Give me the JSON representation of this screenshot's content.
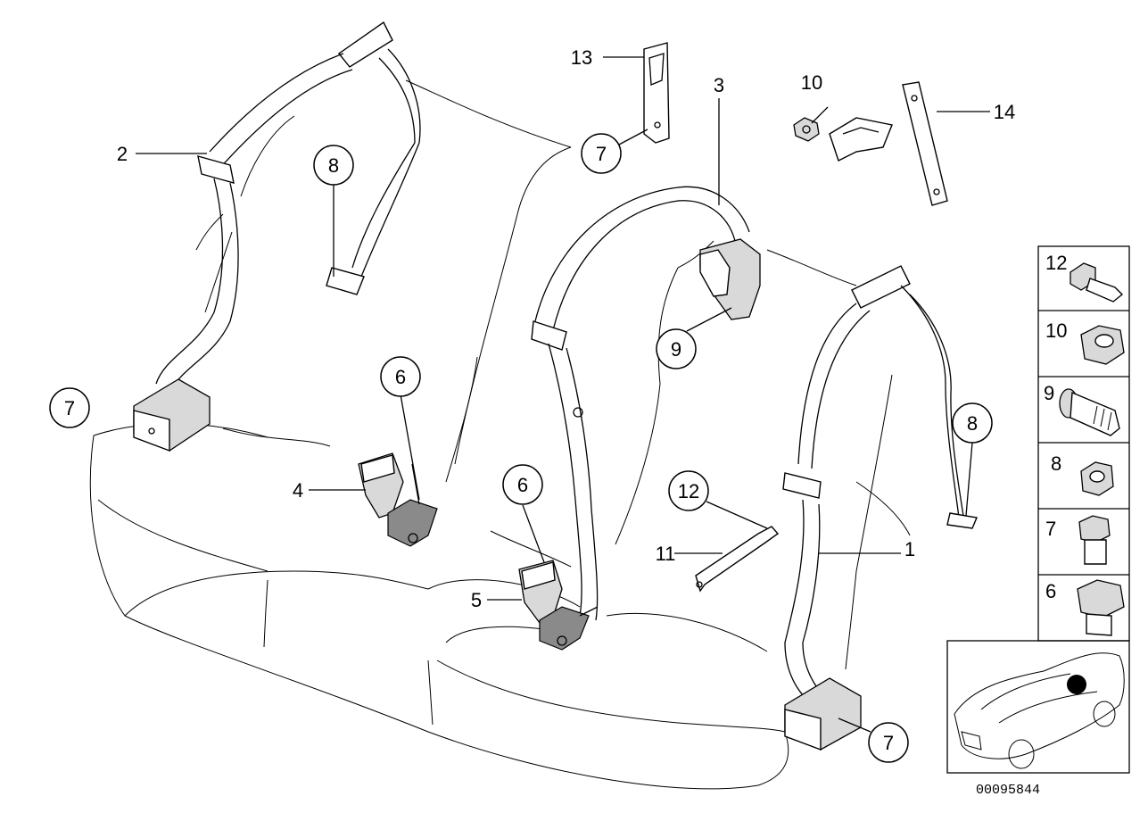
{
  "diagram_id": "00095844",
  "callouts": {
    "c1": "1",
    "c2": "2",
    "c3": "3",
    "c4": "4",
    "c5": "5",
    "c6a": "6",
    "c6b": "6",
    "c7a": "7",
    "c7b": "7",
    "c7c": "7",
    "c8a": "8",
    "c8b": "8",
    "c9": "9",
    "c10": "10",
    "c11": "11",
    "c12": "12",
    "c13": "13",
    "c14": "14"
  },
  "legend": [
    {
      "label": "12",
      "icon": "screw-icon"
    },
    {
      "label": "10",
      "icon": "hex-nut-icon"
    },
    {
      "label": "9",
      "icon": "bolt-icon"
    },
    {
      "label": "8",
      "icon": "hex-nut-icon"
    },
    {
      "label": "7",
      "icon": "hex-bolt-icon"
    },
    {
      "label": "6",
      "icon": "hex-bolt-icon"
    }
  ]
}
